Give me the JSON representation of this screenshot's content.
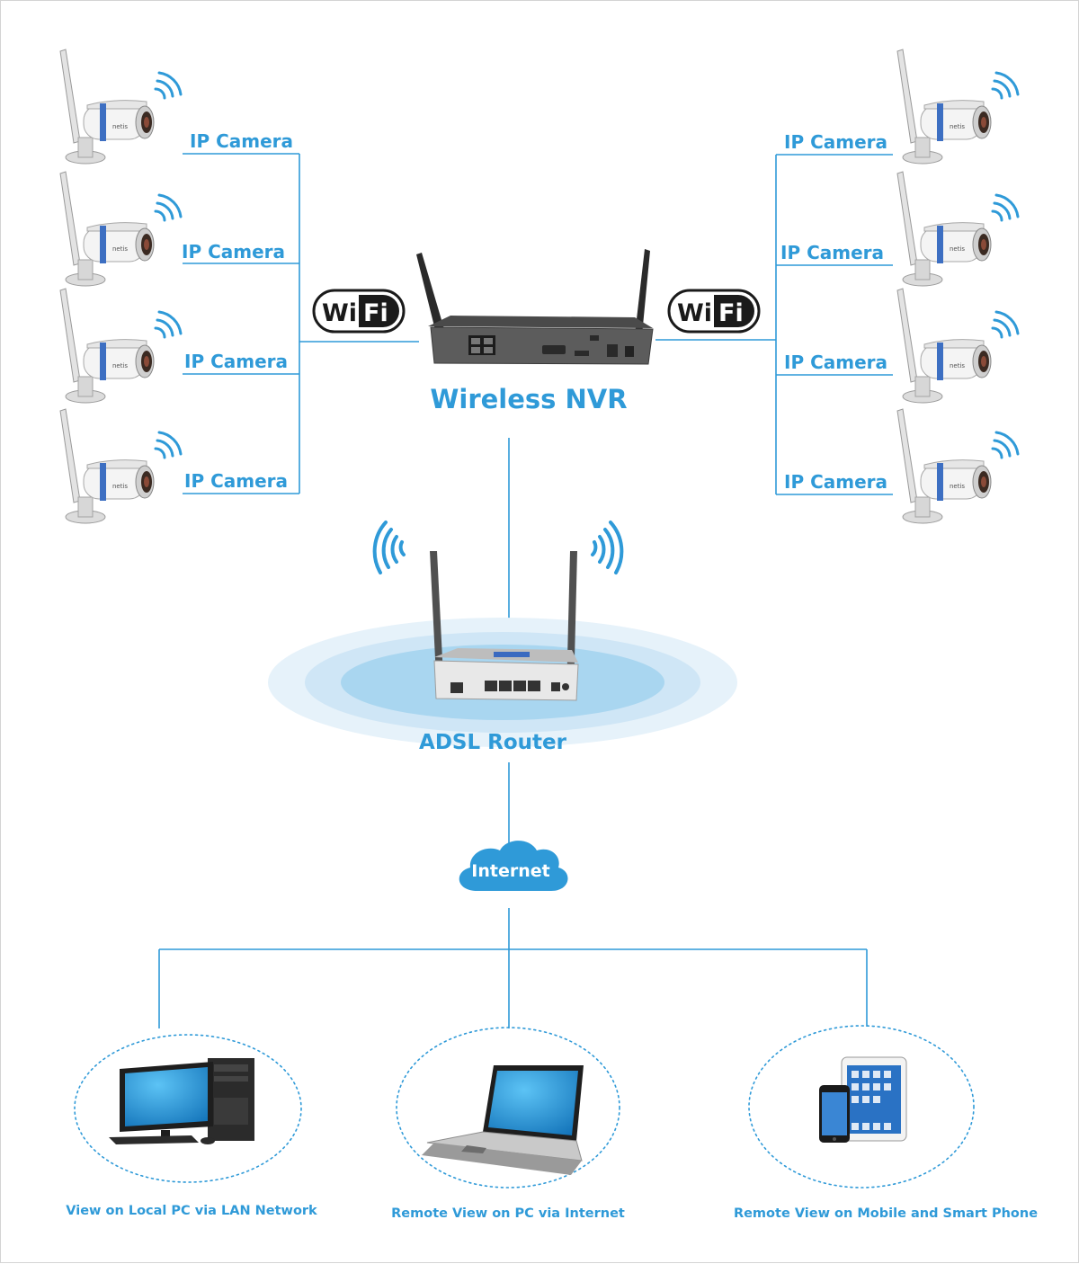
{
  "diagram": {
    "camera_label": "IP Camera",
    "cameras_left": [
      {
        "label": "IP Camera",
        "brand": "netis"
      },
      {
        "label": "IP Camera",
        "brand": "netis"
      },
      {
        "label": "IP Camera",
        "brand": "netis"
      },
      {
        "label": "IP Camera",
        "brand": "netis"
      }
    ],
    "cameras_right": [
      {
        "label": "IP Camera",
        "brand": "netis"
      },
      {
        "label": "IP Camera",
        "brand": "netis"
      },
      {
        "label": "IP Camera",
        "brand": "netis"
      },
      {
        "label": "IP Camera",
        "brand": "netis"
      }
    ],
    "wifi_badge": {
      "part1": "Wi",
      "part2": "Fi"
    },
    "nvr_label": "Wireless NVR",
    "router_label": "ADSL Router",
    "cloud_label": "Internet",
    "endpoints": [
      {
        "caption": "View on Local PC via LAN Network",
        "icon": "desktop-pc-icon"
      },
      {
        "caption": "Remote View on PC via Internet",
        "icon": "laptop-icon"
      },
      {
        "caption": "Remote View on Mobile and Smart Phone",
        "icon": "tablet-phone-icon"
      }
    ],
    "colors": {
      "accent": "#2f9ad8",
      "ripple_outer": "#e6f2fa",
      "ripple_mid": "#cfe6f6",
      "ripple_inner": "#a9d6f0"
    }
  }
}
